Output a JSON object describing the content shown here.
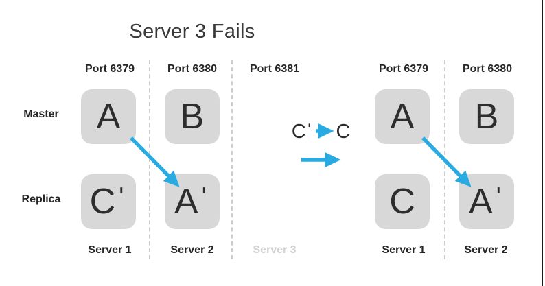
{
  "title": "Server 3 Fails",
  "colors": {
    "arrow_blue": "#29abe2",
    "box_gray": "#d8d8d8",
    "text_dark": "#2d2d2d",
    "muted_gray": "#d1d1d1"
  },
  "row_labels": {
    "master": "Master",
    "replica": "Replica"
  },
  "left_panel": {
    "ports": [
      "Port 6379",
      "Port 6380",
      "Port 6381"
    ],
    "boxes": {
      "master": [
        "A",
        "B"
      ],
      "replica": [
        "Cˈ",
        "Aˈ"
      ]
    },
    "servers": [
      "Server 1",
      "Server 2",
      "Server 3"
    ]
  },
  "transition": {
    "from": "Cˈ",
    "to": "C"
  },
  "right_panel": {
    "ports": [
      "Port 6379",
      "Port 6380"
    ],
    "boxes": {
      "master": [
        "A",
        "B"
      ],
      "replica": [
        "C",
        "Aˈ"
      ]
    },
    "servers": [
      "Server 1",
      "Server 2"
    ]
  }
}
